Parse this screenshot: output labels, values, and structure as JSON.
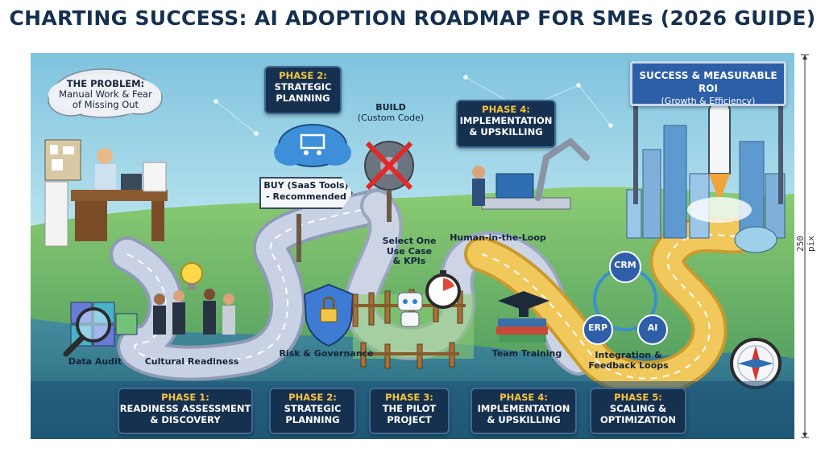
{
  "title": "CHARTING SUCCESS: AI ADOPTION ROADMAP FOR SMEs (2026 GUIDE)",
  "problem": {
    "line1": "THE PROBLEM:",
    "line2": "Manual Work & Fear",
    "line3": "of Missing Out"
  },
  "top_phase2": {
    "phase": "PHASE 2:",
    "line1": "STRATEGIC",
    "line2": "PLANNING"
  },
  "top_phase4": {
    "phase": "PHASE 4:",
    "line1": "IMPLEMENTATION",
    "line2": "& UPSKILLING"
  },
  "build": {
    "line1": "BUILD",
    "line2": "(Custom Code)"
  },
  "buy": {
    "line1": "BUY (SaaS Tools)",
    "line2": "- Recommended"
  },
  "success": {
    "line1": "SUCCESS & MEASURABLE ROI",
    "line2": "(Growth & Efficiency)"
  },
  "labels": {
    "human_loop": "Human-in-the-Loop",
    "select_use_case": [
      "Select One",
      "Use Case",
      "& KPIs"
    ],
    "data_audit": "Data Audit",
    "cultural": "Cultural Readiness",
    "risk": "Risk & Governance",
    "team_training": "Team Training",
    "integration": [
      "Integration &",
      "Feedback Loops"
    ],
    "crm": "CRM",
    "erp": "ERP",
    "ai": "AI"
  },
  "bottom_phases": [
    {
      "phase": "PHASE 1:",
      "line1": "READINESS ASSESSMENT",
      "line2": "& DISCOVERY"
    },
    {
      "phase": "PHASE 2:",
      "line1": "STRATEGIC",
      "line2": "PLANNING"
    },
    {
      "phase": "PHASE 3:",
      "line1": "THE PILOT",
      "line2": "PROJECT"
    },
    {
      "phase": "PHASE 4:",
      "line1": "IMPLEMENTATION",
      "line2": "& UPSKILLING"
    },
    {
      "phase": "PHASE 5:",
      "line1": "SCALING &",
      "line2": "OPTIMIZATION"
    }
  ],
  "ruler_label": "250 pix",
  "colors": {
    "plate_bg": "#16304f",
    "phase_yellow": "#f5c341",
    "path_gray": "#b9c3d9",
    "path_gold": "#e9b94a",
    "sky": "#9fd2e6",
    "grass": "#64b05e"
  }
}
